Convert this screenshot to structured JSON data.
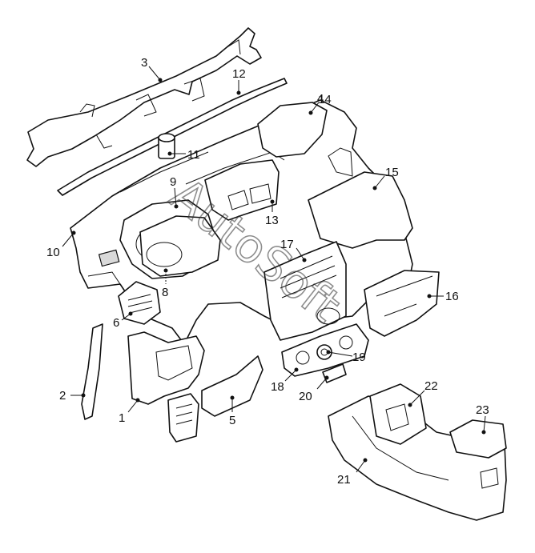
{
  "diagram": {
    "callouts": [
      {
        "id": "1",
        "label": "1"
      },
      {
        "id": "2",
        "label": "2"
      },
      {
        "id": "3",
        "label": "3"
      },
      {
        "id": "4",
        "label": "4"
      },
      {
        "id": "5",
        "label": "5"
      },
      {
        "id": "6",
        "label": "6"
      },
      {
        "id": "8",
        "label": "8"
      },
      {
        "id": "9",
        "label": "9"
      },
      {
        "id": "10",
        "label": "10"
      },
      {
        "id": "11",
        "label": "11"
      },
      {
        "id": "12",
        "label": "12"
      },
      {
        "id": "13",
        "label": "13"
      },
      {
        "id": "14",
        "label": "14"
      },
      {
        "id": "15",
        "label": "15"
      },
      {
        "id": "16",
        "label": "16"
      },
      {
        "id": "17",
        "label": "17"
      },
      {
        "id": "18",
        "label": "18"
      },
      {
        "id": "19",
        "label": "19"
      },
      {
        "id": "20",
        "label": "20"
      },
      {
        "id": "21",
        "label": "21"
      },
      {
        "id": "22",
        "label": "22"
      },
      {
        "id": "23",
        "label": "23"
      }
    ],
    "watermark": "AutoSoft"
  }
}
